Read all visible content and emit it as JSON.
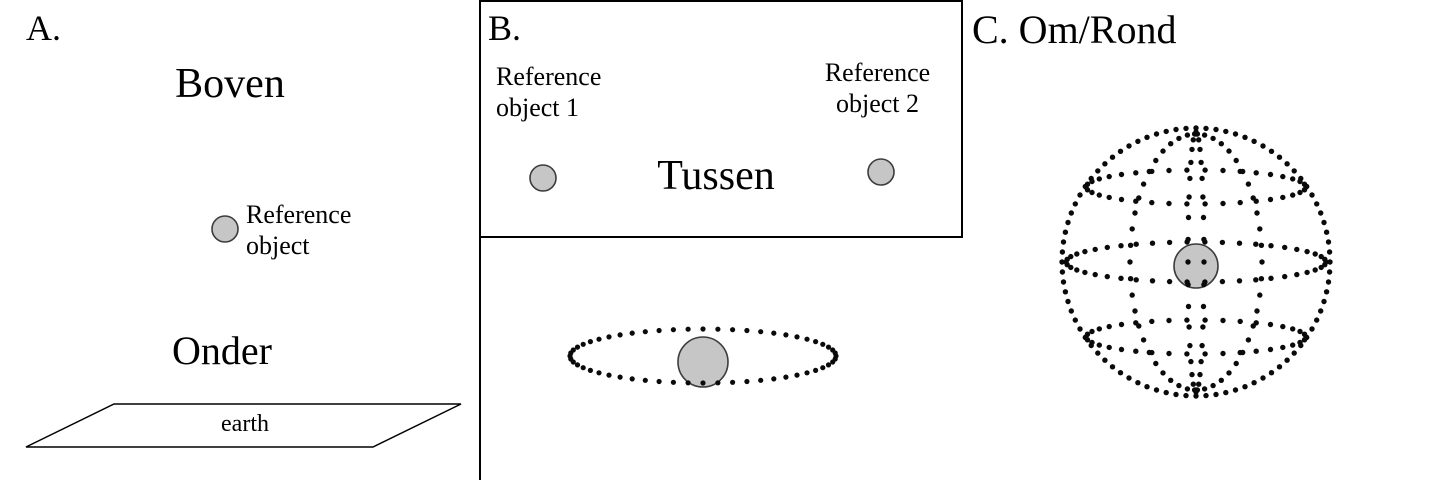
{
  "colors": {
    "background": "#ffffff",
    "line": "#000000",
    "dot": "#0a0a0a",
    "object_fill": "#c6c6c6",
    "object_stroke": "#3c3c3c"
  },
  "panels": {
    "a": {
      "label": "A.",
      "term_top": "Boven",
      "term_bottom": "Onder",
      "reference_label": "Reference object",
      "ground_label": "earth"
    },
    "b": {
      "label": "B.",
      "reference1_label": "Reference object 1",
      "reference2_label": "Reference object 2",
      "term": "Tussen"
    },
    "c": {
      "label": "C. Om/Rond"
    }
  }
}
